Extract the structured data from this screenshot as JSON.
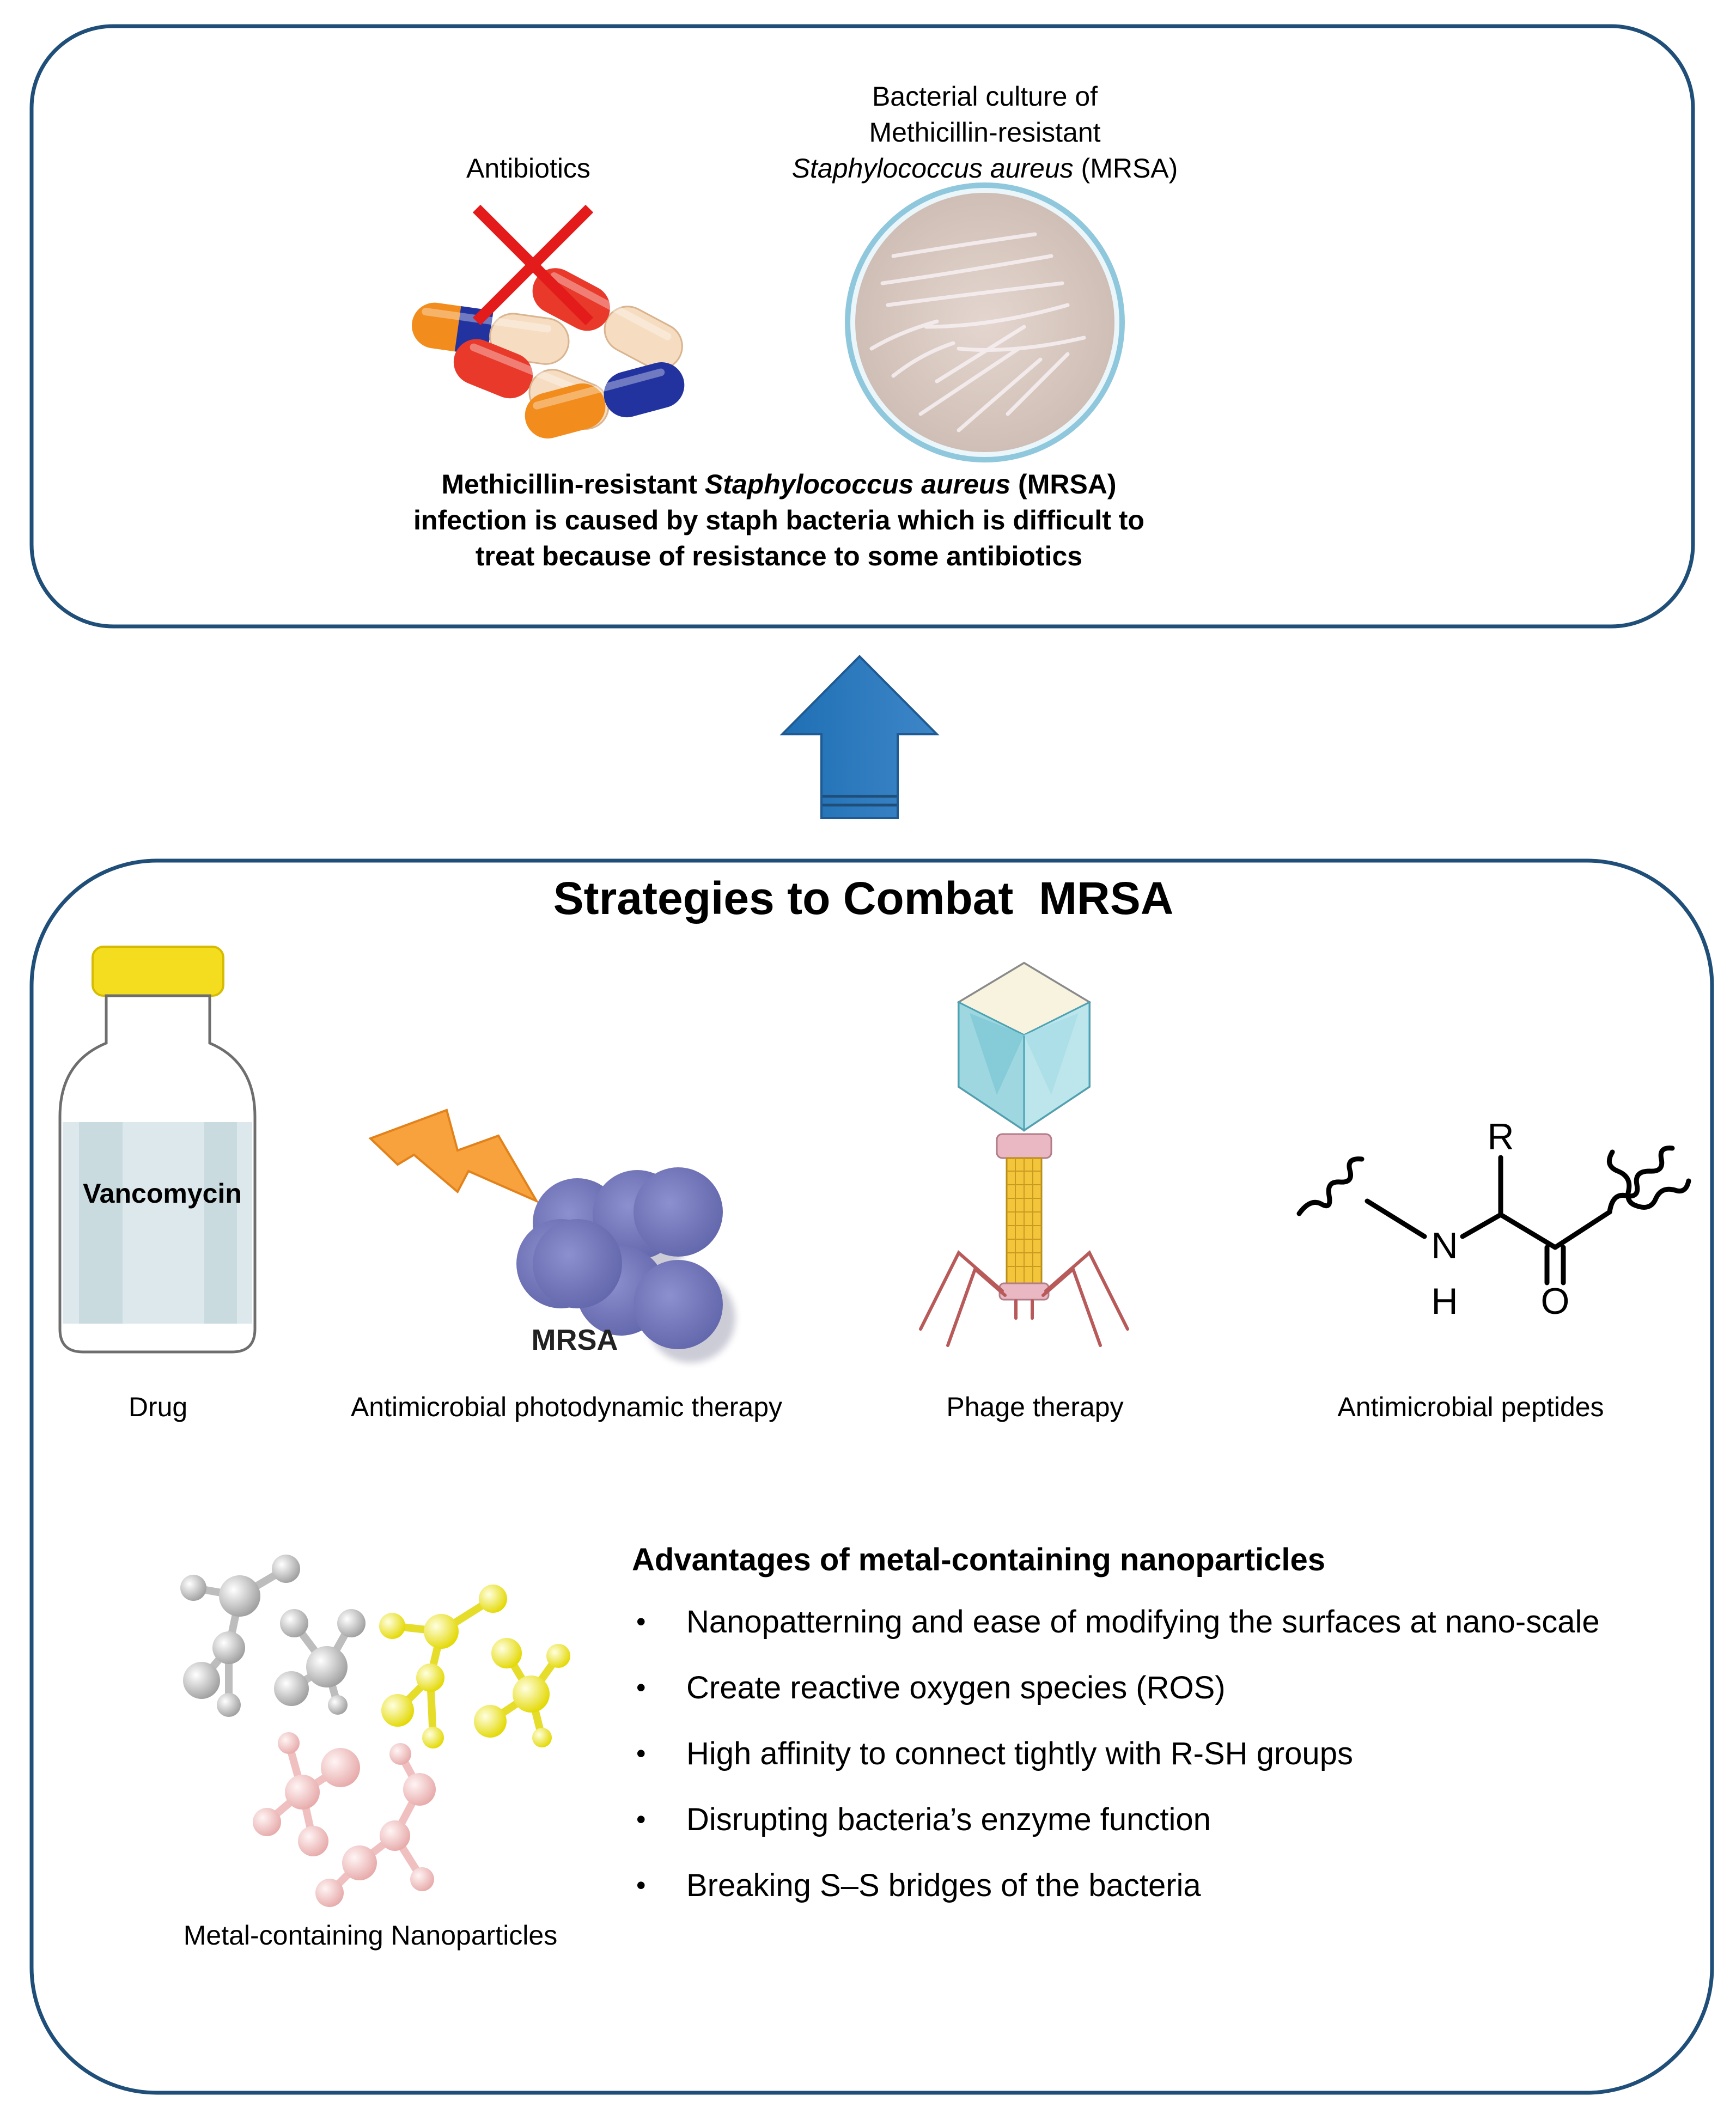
{
  "top_panel": {
    "antibiotics_label": "Antibiotics",
    "culture_label_line1": "Bacterial culture of",
    "culture_label_line2": "Methicillin-resistant",
    "culture_label_line3_italic": "Staphylococcus aureus",
    "culture_label_line3_rest": " (MRSA)",
    "description_line1_a": "Methicillin-resistant ",
    "description_line1_italic": "Staphylococcus aureus",
    "description_line1_b": " (MRSA)",
    "description_line2": "infection is caused by staph bacteria which is difficult to",
    "description_line3": "treat because of resistance to some antibiotics"
  },
  "bottom_panel": {
    "title": "Strategies to Combat  MRSA",
    "strategies": [
      {
        "label": "Drug",
        "icon_text": "Vancomycin"
      },
      {
        "label": "Antimicrobial photodynamic therapy",
        "icon_text": "MRSA"
      },
      {
        "label": "Phage therapy"
      },
      {
        "label": "Antimicrobial peptides",
        "chem": {
          "r": "R",
          "n": "N",
          "h": "H",
          "o": "O"
        }
      }
    ],
    "nanoparticles_label": "Metal-containing Nanoparticles",
    "advantages": {
      "heading": "Advantages of metal-containing nanoparticles",
      "items": [
        "Nanopatterning and ease of modifying the surfaces at nano-scale",
        "Create reactive oxygen species (ROS)",
        "High affinity to connect tightly with R-SH groups",
        "Disrupting bacteria’s enzyme function",
        "Breaking S–S bridges of the bacteria"
      ]
    }
  },
  "colors": {
    "panel_border": "#1f4e79",
    "arrow": "#2e75b6",
    "capsule_red": "#e8392a",
    "capsule_cream": "#f6dcc0",
    "capsule_orange": "#f28c1c",
    "capsule_blue": "#2233a0",
    "cross": "#e31b1b",
    "dish_fill": "#d9cbc4",
    "dish_rim": "#8fc7dc",
    "bacteria": "#7b7fc0",
    "lightning": "#f7a23c",
    "vial_cap": "#f4dc1e",
    "phage_head": "#9fd7e1",
    "phage_tail": "#f2c53a",
    "phage_legs": "#b85a5a",
    "np_gray": "#bfbfbf",
    "np_yellow": "#f3ec2c",
    "np_pink": "#f2c4c4"
  }
}
